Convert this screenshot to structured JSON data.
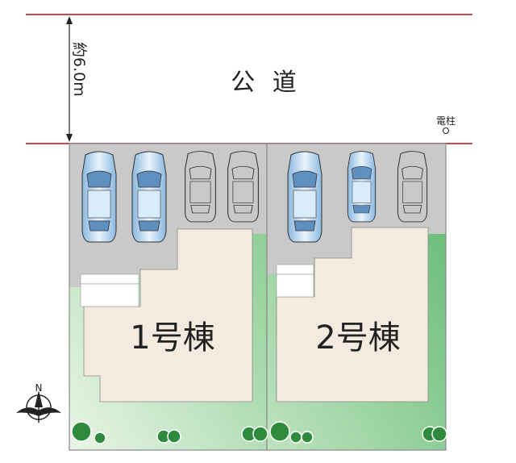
{
  "road": {
    "label": "公 道",
    "width_label": "約6.0m"
  },
  "utility_pole": {
    "label": "電柱"
  },
  "buildings": [
    {
      "label": "1号棟"
    },
    {
      "label": "2号棟"
    }
  ],
  "compass": {
    "north_label": "N",
    "icon": "north-arrow-icon"
  },
  "colors": {
    "road_line": "#c0504d",
    "parking": "#c8c8c8",
    "building": "#f4ebe0",
    "garden_light": "#c6e5c6",
    "garden_dark": "#6cbf7a",
    "tree": "#2e8b3e",
    "car_blue": "#bcd8f2",
    "text": "#222222"
  }
}
